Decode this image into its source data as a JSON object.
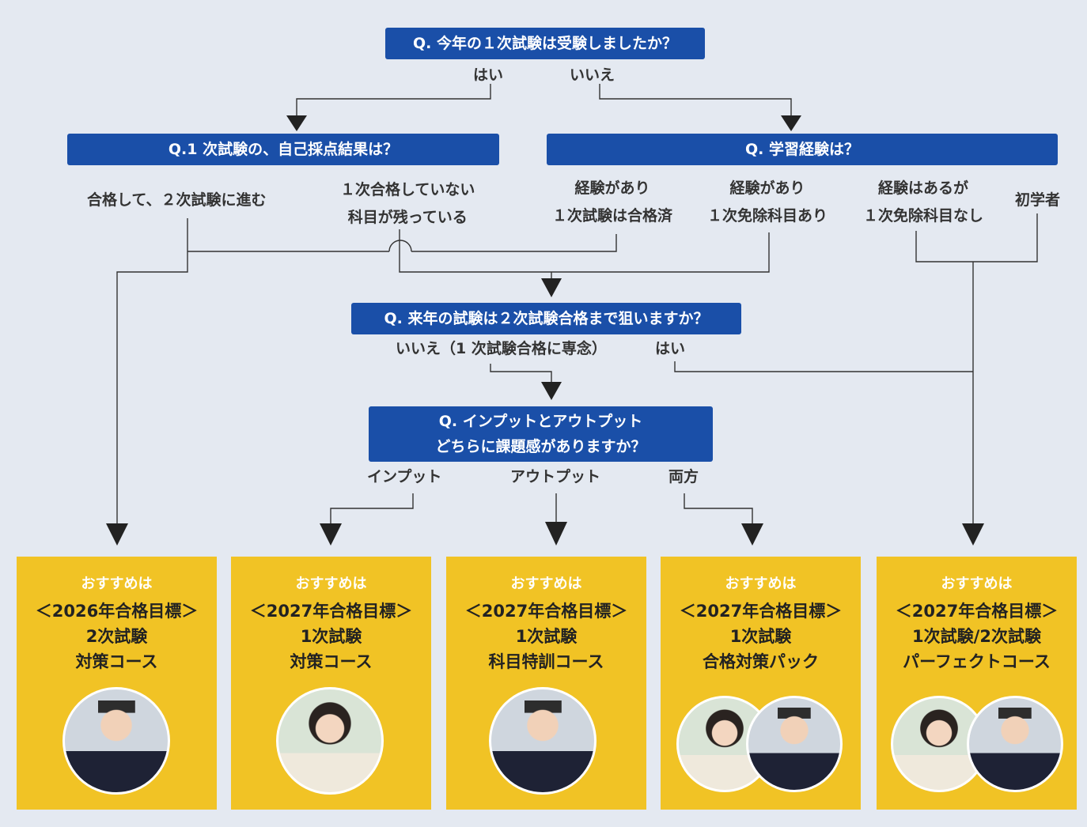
{
  "questions": {
    "q1": "Q. 今年の１次試験は受験しましたか？",
    "q2": "Q.1 次試験の、自己採点結果は？",
    "q3": "Q. 学習経験は？",
    "q4": "Q. 来年の試験は２次試験合格まで狙いますか？",
    "q5_line1": "Q. インプットとアウトプット",
    "q5_line2": "どちらに課題感がありますか？"
  },
  "answers": {
    "q1_yes": "はい",
    "q1_no": "いいえ",
    "q2_pass": "合格して、２次試験に進む",
    "q2_fail_line1": "１次合格していない",
    "q2_fail_line2": "科目が残っている",
    "q3_a_line1": "経験があり",
    "q3_a_line2": "１次試験は合格済",
    "q3_b_line1": "経験があり",
    "q3_b_line2": "１次免除科目あり",
    "q3_c_line1": "経験はあるが",
    "q3_c_line2": "１次免除科目なし",
    "q3_d": "初学者",
    "q4_no": "いいえ（1 次試験合格に専念）",
    "q4_yes": "はい",
    "q5_input": "インプット",
    "q5_output": "アウトプット",
    "q5_both": "両方"
  },
  "cards": [
    {
      "rec": "おすすめは",
      "line1": "＜2026年合格目標＞",
      "line2": "2次試験",
      "line3": "対策コース",
      "avatars": [
        "man"
      ]
    },
    {
      "rec": "おすすめは",
      "line1": "＜2027年合格目標＞",
      "line2": "1次試験",
      "line3": "対策コース",
      "avatars": [
        "woman"
      ]
    },
    {
      "rec": "おすすめは",
      "line1": "＜2027年合格目標＞",
      "line2": "1次試験",
      "line3": "科目特訓コース",
      "avatars": [
        "man"
      ]
    },
    {
      "rec": "おすすめは",
      "line1": "＜2027年合格目標＞",
      "line2": "1次試験",
      "line3": "合格対策パック",
      "avatars": [
        "woman",
        "man"
      ]
    },
    {
      "rec": "おすすめは",
      "line1": "＜2027年合格目標＞",
      "line2": "1次試験/2次試験",
      "line3": "パーフェクトコース",
      "avatars": [
        "woman",
        "man"
      ]
    }
  ],
  "colors": {
    "question_bg": "#1a4fa8",
    "card_bg": "#f1c325",
    "page_bg": "#e4e9f1"
  }
}
